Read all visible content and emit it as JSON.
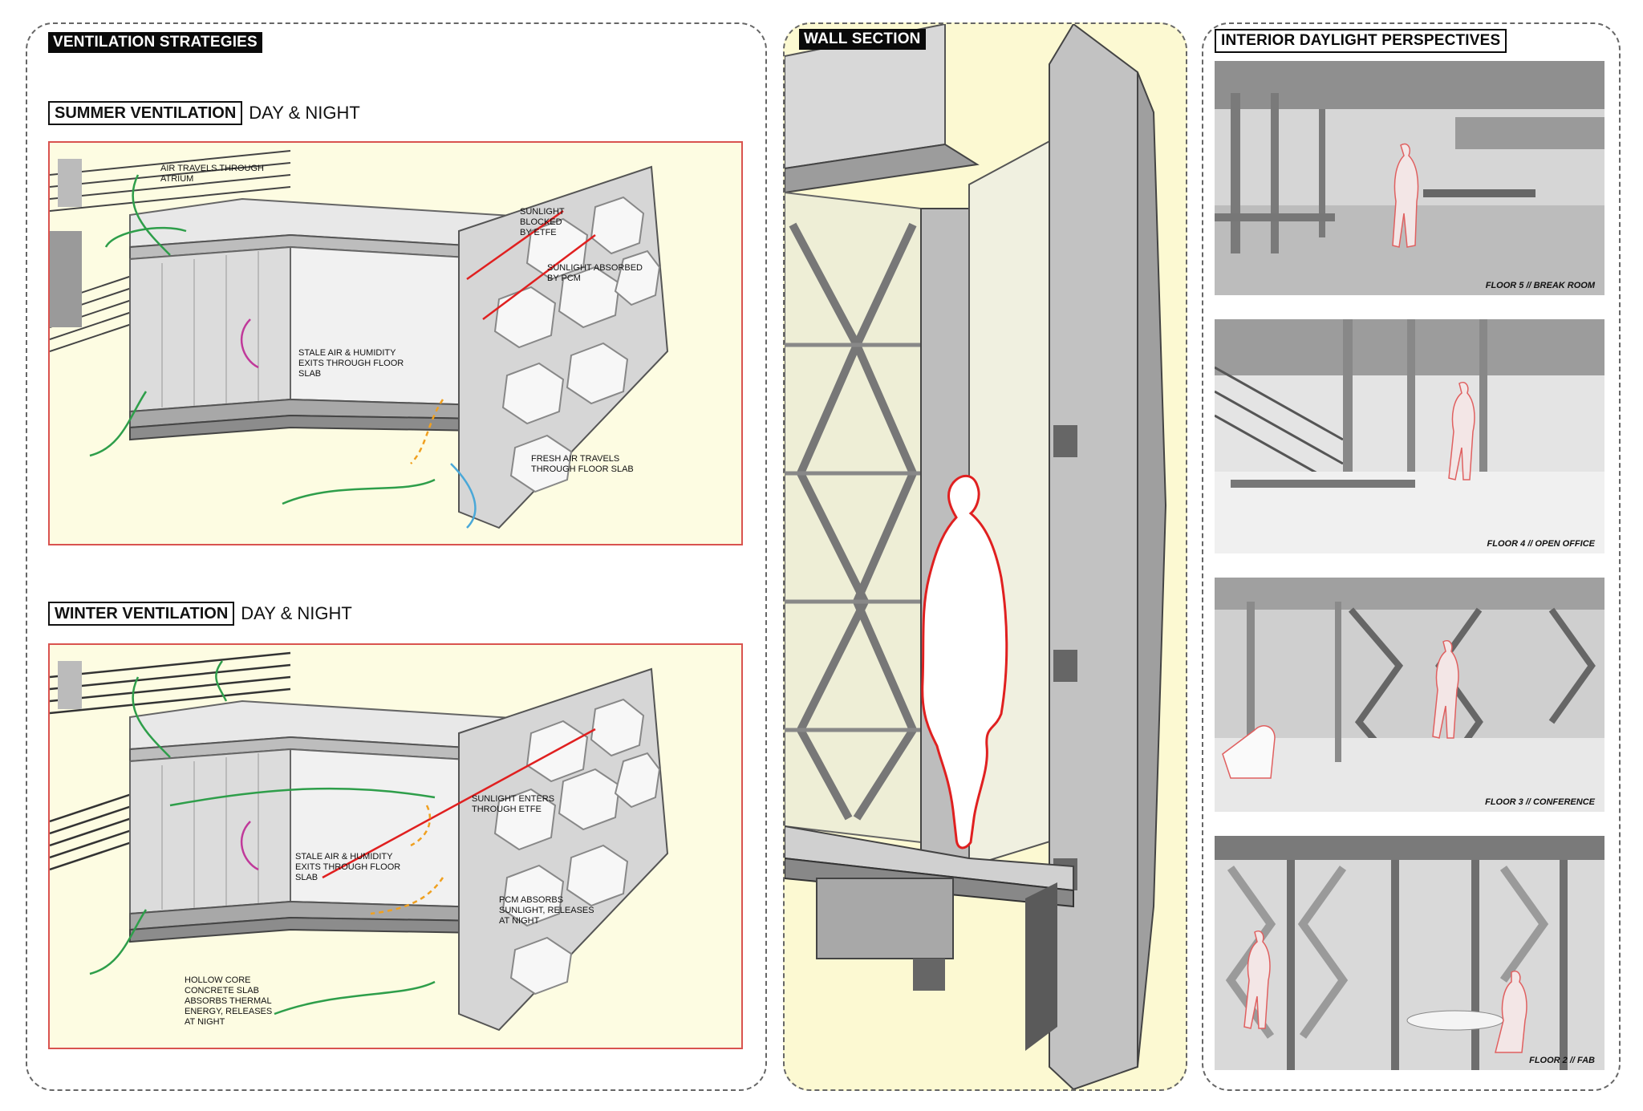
{
  "ventilation": {
    "title": "VENTILATION STRATEGIES",
    "summer": {
      "heading": "SUMMER VENTILATION",
      "heading_suffix": "DAY & NIGHT",
      "notes": {
        "atrium": "AIR TRAVELS THROUGH ATRIUM",
        "blocked": "SUNLIGHT BLOCKED BY ETFE",
        "absorbed": "SUNLIGHT ABSORBED BY PCM",
        "stale": "STALE AIR & HUMIDITY EXITS THROUGH FLOOR SLAB",
        "fresh": "FRESH AIR TRAVELS THROUGH FLOOR SLAB"
      }
    },
    "winter": {
      "heading": "WINTER VENTILATION",
      "heading_suffix": "DAY & NIGHT",
      "notes": {
        "enters": "SUNLIGHT ENTERS THROUGH ETFE",
        "stale": "STALE AIR & HUMIDITY EXITS THROUGH FLOOR SLAB",
        "pcm": "PCM ABSORBS SUNLIGHT, RELEASES AT NIGHT",
        "hollow": "HOLLOW CORE CONCRETE SLAB ABSORBS THERMAL ENERGY, RELEASES AT NIGHT"
      }
    }
  },
  "wall_section": {
    "title": "WALL SECTION"
  },
  "perspectives": {
    "title": "INTERIOR DAYLIGHT PERSPECTIVES",
    "items": [
      {
        "caption": "FLOOR 5 // BREAK ROOM"
      },
      {
        "caption": "FLOOR 4 // OPEN OFFICE"
      },
      {
        "caption": "FLOOR 3 // CONFERENCE"
      },
      {
        "caption": "FLOOR 2 // FAB"
      }
    ]
  },
  "colors": {
    "accent_red": "#e02020",
    "air_green": "#2e9e4a",
    "humidity_pink": "#c0399a",
    "heat_orange": "#f0a020",
    "panel_yellow": "#fdfce2",
    "wall_yellow": "#fcf9d2"
  }
}
